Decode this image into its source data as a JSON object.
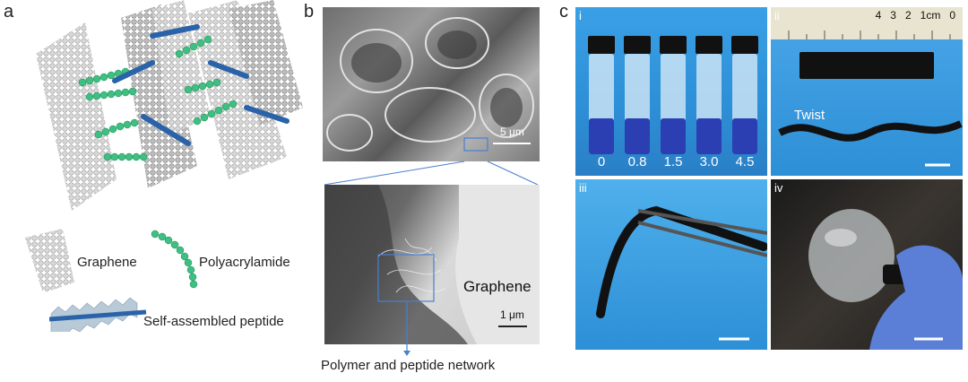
{
  "panels": {
    "a": {
      "letter": "a",
      "legend": {
        "graphene": "Graphene",
        "polyacrylamide": "Polyacrylamide",
        "peptide": "Self-assembled peptide"
      }
    },
    "b": {
      "letter": "b",
      "top_scale": "5 μm",
      "bottom_scale": "1 μm",
      "graphene_label": "Graphene",
      "network_caption": "Polymer and peptide network"
    },
    "c": {
      "letter": "c",
      "sub_i": {
        "label": "i",
        "vial_labels": [
          "0",
          "0.8",
          "1.5",
          "3.0",
          "4.5"
        ]
      },
      "sub_ii": {
        "label": "ii",
        "ruler_text": "4   3   2   1cm   0",
        "twist_label": "Twist"
      },
      "sub_iii": {
        "label": "iii"
      },
      "sub_iv": {
        "label": "iv"
      }
    }
  },
  "colors": {
    "photo_blue": "#2d8fd6",
    "polymer_green": "#3fbf82",
    "peptide_blue": "#2a63a8",
    "sem_gray": "#8a8a8a"
  }
}
